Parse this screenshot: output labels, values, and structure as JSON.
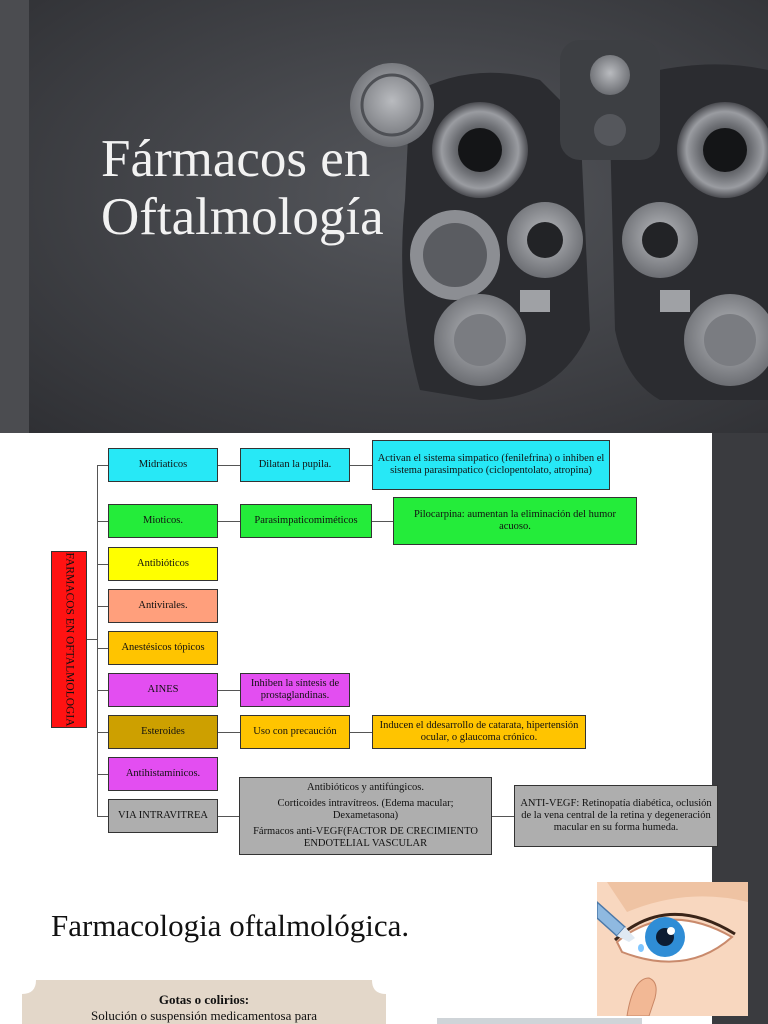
{
  "hero": {
    "title_line1": "Fármacos en",
    "title_line2": "Oftalmología"
  },
  "diagram": {
    "root": "FARMACOS EN OFTALMOLOGIA",
    "categories": [
      {
        "label": "Midriaticos"
      },
      {
        "label": "Mioticos."
      },
      {
        "label": "Antibióticos"
      },
      {
        "label": "Antivirales."
      },
      {
        "label": "Anestésicos tópicos"
      },
      {
        "label": "AINES"
      },
      {
        "label": "Esteroides"
      },
      {
        "label": "Antihistamínicos."
      },
      {
        "label": "VIA INTRAVITREA"
      }
    ],
    "details": {
      "midriaticos_effect": "Dilatan la pupila.",
      "midriaticos_mechanism": "Activan el sistema simpatico (fenilefrina) o inhiben el sistema parasimpatico (ciclopentolato, atropina)",
      "mioticos_effect": "Parasimpaticomiméticos",
      "mioticos_example": "Pilocarpina: aumentan la eliminación del humor acuoso.",
      "aines_effect": "Inhiben la síntesis de prostaglandinas.",
      "esteroides_caution": "Uso con precaución",
      "esteroides_risk": "Inducen el ddesarrollo de catarata, hipertensión ocular, o glaucoma crónico.",
      "intravitrea_line1": "Antibióticos y antifúngicos.",
      "intravitrea_line2": "Corticoides intravítreos. (Edema macular; Dexametasona)",
      "intravitrea_line3": "Fármacos anti-VEGF(FACTOR DE CRECIMIENTO ENDOTELIAL VASCULAR",
      "antivegf": "ANTI-VEGF: Retinopatía diabética, oclusión de la vena central de la retina y degeneración macular en su forma humeda."
    },
    "colors": {
      "cyan": "#27e8f6",
      "green": "#24ec3a",
      "yellow": "#ffff00",
      "salmon": "#ff9f7c",
      "orange": "#ffc400",
      "violet": "#e34ef1",
      "ochre": "#cda000",
      "grey": "#aeaeae",
      "red": "#ff1212"
    }
  },
  "section": {
    "title": "Farmacologia oftalmológica.",
    "card_title": "Gotas o colirios:",
    "card_text": "Solución o suspensión medicamentosa para"
  },
  "icons": {
    "hero": "phoropter-image",
    "eye": "eye-drop-illustration"
  }
}
